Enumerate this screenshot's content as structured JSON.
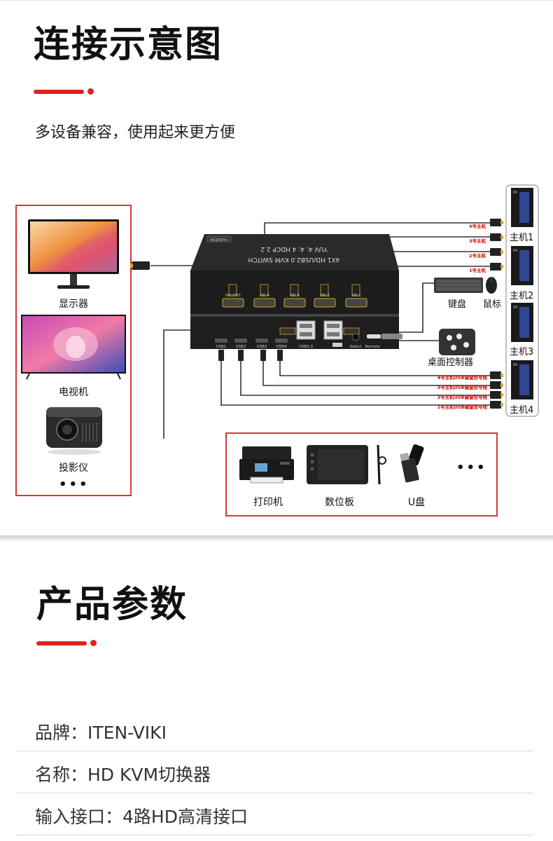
{
  "section1": {
    "title": "连接示意图",
    "subtitle": "多设备兼容，使用起来更方便"
  },
  "diagram": {
    "displays": [
      {
        "label": "显示器",
        "icon": "monitor-icon"
      },
      {
        "label": "电视机",
        "icon": "tv-icon"
      },
      {
        "label": "投影仪",
        "icon": "projector-icon"
      }
    ],
    "displays_more": "•••",
    "switch": {
      "top_label": "4X1 HD/USB2.0 KVM SWITCH",
      "spec_label": "YUV 4: 4: 4   HDCP 2.2",
      "badge": "4K@60Hz",
      "hd_ports": [
        "HD OUT",
        "HD 4",
        "HD 3",
        "HD 2",
        "HD 1"
      ],
      "usb_ports": [
        "USB1",
        "USB2",
        "USB3",
        "USB4"
      ],
      "usb_hub_label": "USB2.0",
      "select_label": "Select",
      "remote_label": "Remote"
    },
    "hosts": [
      "主机1",
      "主机2",
      "主机3",
      "主机4"
    ],
    "hd_host_cables": [
      "4号主机",
      "3号主机",
      "2号主机",
      "1号主机"
    ],
    "usb_host_cables": [
      "4号主机USB键鼠信号线",
      "3号主机USB键鼠信号线",
      "2号主机USB键鼠信号线",
      "1号主机USB键鼠信号线"
    ],
    "keyboard_label": "键盘",
    "mouse_label": "鼠标",
    "controller_label": "桌面控制器",
    "peripherals": [
      {
        "label": "打印机",
        "icon": "printer-icon"
      },
      {
        "label": "数位板",
        "icon": "tablet-icon"
      },
      {
        "label": "U盘",
        "icon": "usb-drive-icon"
      }
    ],
    "peripherals_more": "•••",
    "colors": {
      "accent": "#e02020",
      "box": "#d63a3a",
      "cable": "#333333",
      "label_red": "#d40000"
    }
  },
  "section2": {
    "title": "产品参数",
    "params": [
      "品牌：ITEN-VIKI",
      "名称：HD KVM切换器",
      "输入接口：4路HD高清接口"
    ]
  }
}
